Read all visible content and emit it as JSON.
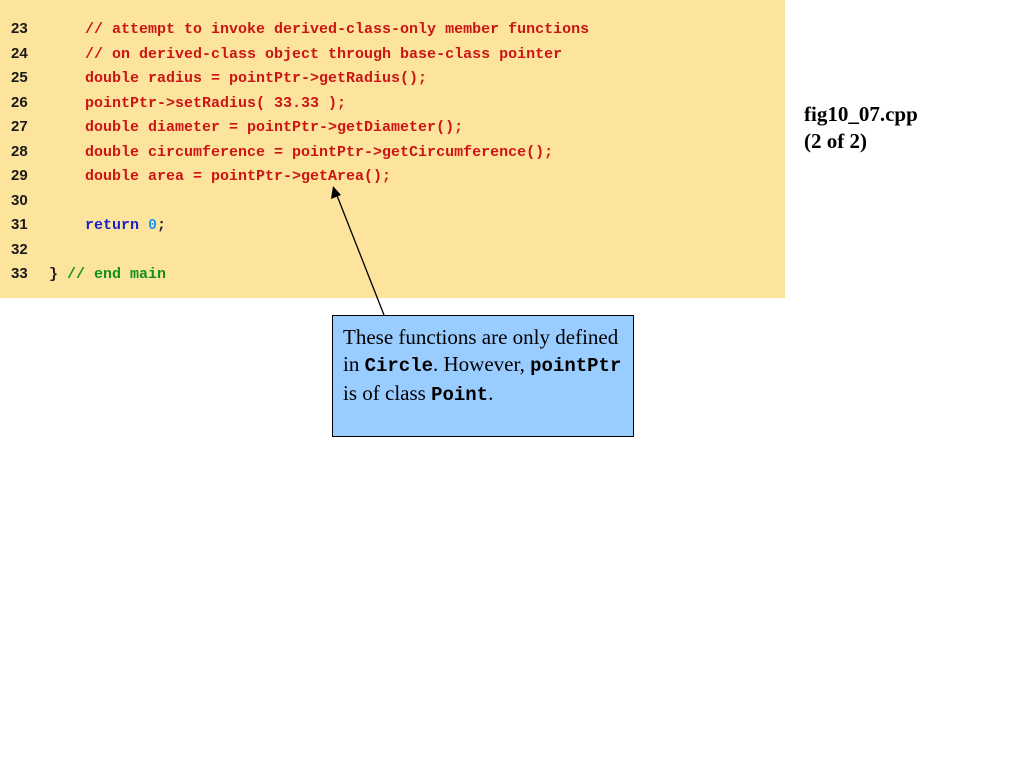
{
  "code_listing": {
    "lines": [
      {
        "number": "23",
        "text": "    // attempt to invoke derived-class-only member functions"
      },
      {
        "number": "24",
        "text": "    // on derived-class object through base-class pointer"
      },
      {
        "number": "25",
        "text": "    double radius = pointPtr->getRadius();"
      },
      {
        "number": "26",
        "text": "    pointPtr->setRadius( 33.33 );"
      },
      {
        "number": "27",
        "text": "    double diameter = pointPtr->getDiameter();"
      },
      {
        "number": "28",
        "text": "    double circumference = pointPtr->getCircumference();"
      },
      {
        "number": "29",
        "text": "    double area = pointPtr->getArea();"
      },
      {
        "number": "30",
        "text": ""
      },
      {
        "number": "31",
        "return_kw": "    return",
        "return_val": " 0",
        "return_semi": ";"
      },
      {
        "number": "32",
        "text": ""
      },
      {
        "number": "33",
        "brace": "}",
        "comment": " // end main"
      }
    ]
  },
  "caption": {
    "filename": "fig10_07.cpp",
    "part": "(2 of 2)"
  },
  "callout": {
    "t1": "These functions are only defined in ",
    "m1": "Circle",
    "t2": ". However, ",
    "m2": "pointPtr",
    "t3": " is of class ",
    "m3": "Point",
    "t4": "."
  },
  "colors": {
    "code_background": "#fde49d",
    "callout_background": "#99ccff",
    "code_text": "#cc1414",
    "keyword": "#1a22cc",
    "literal": "#2196f3",
    "comment_end": "#11911a"
  }
}
